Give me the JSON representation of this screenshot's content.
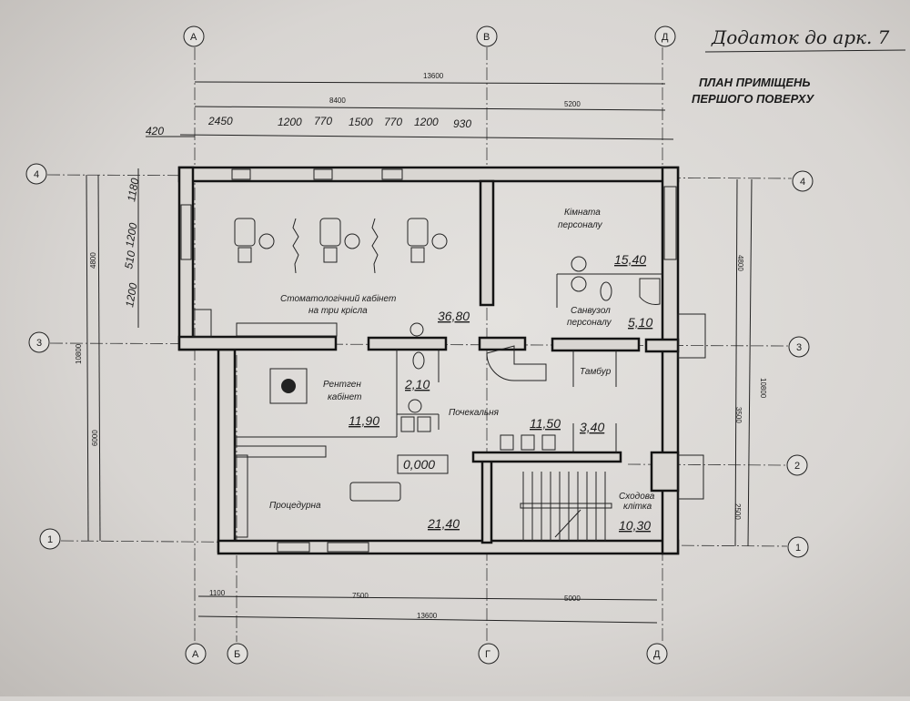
{
  "header": {
    "note": "Додаток до арк. 7",
    "title_line1": "ПЛАН ПРИМІЩЕНЬ",
    "title_line2": "ПЕРШОГО ПОВЕРХУ"
  },
  "axes": {
    "top": [
      "А",
      "В",
      "Д"
    ],
    "bottom": [
      "А",
      "Б",
      "Г",
      "Д"
    ],
    "left": [
      "4",
      "3",
      "1"
    ],
    "right": [
      "4",
      "3",
      "2",
      "1"
    ]
  },
  "dimensions": {
    "top_total": "13600",
    "top_split": [
      "8400",
      "5200"
    ],
    "top_detail": [
      "420",
      "2450",
      "1200",
      "770",
      "1500",
      "770",
      "1200",
      "930"
    ],
    "left_total": "10800",
    "left_split": [
      "4800",
      "6000"
    ],
    "left_detail": [
      "1180",
      "1200",
      "510",
      "1200"
    ],
    "right_total": "10800",
    "right_split": [
      "4800",
      "3500",
      "2500"
    ],
    "bottom_split": [
      "1100",
      "7500",
      "5000"
    ],
    "bottom_total": "13600"
  },
  "rooms": {
    "dental": {
      "name1": "Стоматологічний кабінет",
      "name2": "на три крісла",
      "area": "36,80"
    },
    "staff": {
      "name1": "Кімната",
      "name2": "персоналу",
      "area": "15,40"
    },
    "wc": {
      "name1": "Санвузол",
      "name2": "персоналу",
      "area": "5,10"
    },
    "xray": {
      "name1": "Рентген",
      "name2": "кабінет",
      "area": "11,90"
    },
    "toilet": {
      "area": "2,10"
    },
    "waiting": {
      "name": "Почекальня",
      "area": "11,50"
    },
    "vestibule": {
      "name": "Тамбур",
      "area": "3,40"
    },
    "procedure": {
      "name": "Процедурна",
      "area": "21,40"
    },
    "stairs": {
      "name1": "Сходова",
      "name2": "клітка",
      "area": "10,30"
    },
    "level": "0,000"
  }
}
